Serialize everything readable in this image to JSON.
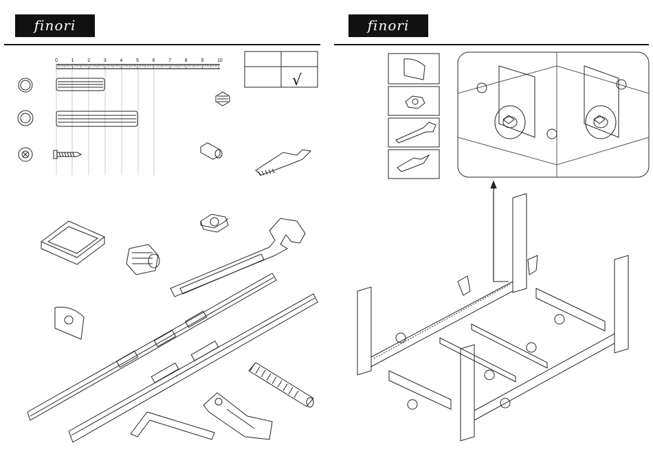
{
  "brand": {
    "logo_text": "finori"
  },
  "ruler": {
    "ticks": [
      "0",
      "1",
      "2",
      "3",
      "4",
      "5",
      "6",
      "7",
      "8",
      "9",
      "10"
    ]
  },
  "check_table": {
    "check_mark": "√"
  },
  "callouts": [
    "",
    "",
    "",
    "",
    "",
    "",
    "",
    "",
    ""
  ]
}
